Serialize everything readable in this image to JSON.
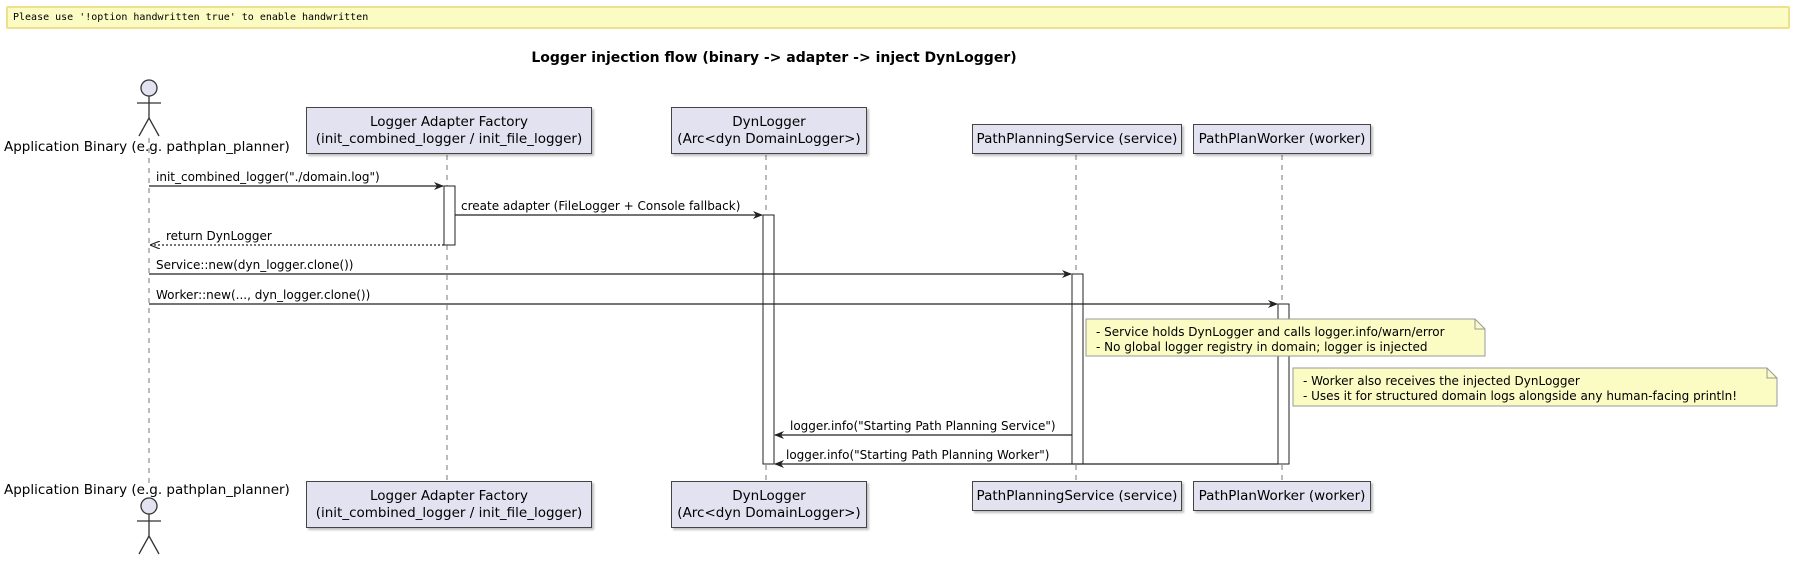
{
  "banner": {
    "text": "Please use '!option handwritten true' to enable handwritten"
  },
  "title": "Logger injection flow (binary -> adapter -> inject DynLogger)",
  "participants": {
    "app": {
      "label": "Application Binary (e.g. pathplan_planner)"
    },
    "factory": {
      "line1": "Logger Adapter Factory",
      "line2": "(init_combined_logger / init_file_logger)"
    },
    "dynlogger": {
      "line1": "DynLogger",
      "line2": "(Arc<dyn DomainLogger>)"
    },
    "service": {
      "label": "PathPlanningService (service)"
    },
    "worker": {
      "label": "PathPlanWorker (worker)"
    }
  },
  "messages": [
    {
      "text": "init_combined_logger(\"./domain.log\")",
      "style": "solid"
    },
    {
      "text": "create adapter (FileLogger + Console fallback)",
      "style": "solid"
    },
    {
      "text": "return DynLogger",
      "style": "dotted"
    },
    {
      "text": "Service::new(dyn_logger.clone())",
      "style": "solid"
    },
    {
      "text": "Worker::new(..., dyn_logger.clone())",
      "style": "solid"
    },
    {
      "text": "logger.info(\"Starting Path Planning Service\")",
      "style": "solid"
    },
    {
      "text": "logger.info(\"Starting Path Planning Worker\")",
      "style": "solid"
    }
  ],
  "notes": [
    {
      "lines": [
        "- Service holds DynLogger and calls logger.info/warn/error",
        "- No global logger registry in domain; logger is injected"
      ]
    },
    {
      "lines": [
        "- Worker also receives the injected DynLogger",
        "- Uses it for structured domain logs alongside any human-facing println!"
      ]
    }
  ],
  "colors": {
    "participant_fill": "#e2e2f0",
    "note_fill": "#fbfbc4",
    "banner_fill": "#fbfbc4"
  }
}
